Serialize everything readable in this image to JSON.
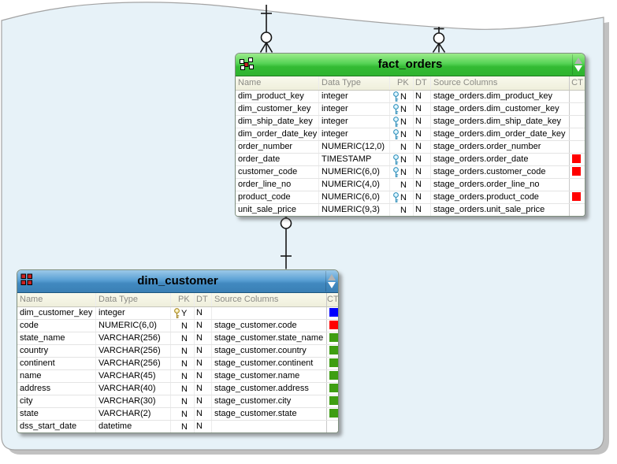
{
  "column_headers": [
    "Name",
    "Data Type",
    "PK",
    "DT",
    "Source Columns",
    "CT"
  ],
  "tables": {
    "fact": {
      "title": "fact_orders",
      "rows": [
        {
          "name": "dim_product_key",
          "type": "integer",
          "key": "blue",
          "pk": "N",
          "dt": "N",
          "source": "stage_orders.dim_product_key",
          "ct": ""
        },
        {
          "name": "dim_customer_key",
          "type": "integer",
          "key": "blue",
          "pk": "N",
          "dt": "N",
          "source": "stage_orders.dim_customer_key",
          "ct": ""
        },
        {
          "name": "dim_ship_date_key",
          "type": "integer",
          "key": "blue",
          "pk": "N",
          "dt": "N",
          "source": "stage_orders.dim_ship_date_key",
          "ct": ""
        },
        {
          "name": "dim_order_date_key",
          "type": "integer",
          "key": "blue",
          "pk": "N",
          "dt": "N",
          "source": "stage_orders.dim_order_date_key",
          "ct": ""
        },
        {
          "name": "order_number",
          "type": "NUMERIC(12,0)",
          "key": "",
          "pk": "N",
          "dt": "N",
          "source": "stage_orders.order_number",
          "ct": ""
        },
        {
          "name": "order_date",
          "type": "TIMESTAMP",
          "key": "blue",
          "pk": "N",
          "dt": "N",
          "source": "stage_orders.order_date",
          "ct": "red"
        },
        {
          "name": "customer_code",
          "type": "NUMERIC(6,0)",
          "key": "blue",
          "pk": "N",
          "dt": "N",
          "source": "stage_orders.customer_code",
          "ct": "red"
        },
        {
          "name": "order_line_no",
          "type": "NUMERIC(4,0)",
          "key": "",
          "pk": "N",
          "dt": "N",
          "source": "stage_orders.order_line_no",
          "ct": ""
        },
        {
          "name": "product_code",
          "type": "NUMERIC(6,0)",
          "key": "blue",
          "pk": "N",
          "dt": "N",
          "source": "stage_orders.product_code",
          "ct": "red"
        },
        {
          "name": "unit_sale_price",
          "type": "NUMERIC(9,3)",
          "key": "",
          "pk": "N",
          "dt": "N",
          "source": "stage_orders.unit_sale_price",
          "ct": ""
        }
      ]
    },
    "dim": {
      "title": "dim_customer",
      "rows": [
        {
          "name": "dim_customer_key",
          "type": "integer",
          "key": "yellow",
          "pk": "Y",
          "dt": "N",
          "source": "",
          "ct": "blue"
        },
        {
          "name": "code",
          "type": "NUMERIC(6,0)",
          "key": "",
          "pk": "N",
          "dt": "N",
          "source": "stage_customer.code",
          "ct": "red"
        },
        {
          "name": "state_name",
          "type": "VARCHAR(256)",
          "key": "",
          "pk": "N",
          "dt": "N",
          "source": "stage_customer.state_name",
          "ct": "green"
        },
        {
          "name": "country",
          "type": "VARCHAR(256)",
          "key": "",
          "pk": "N",
          "dt": "N",
          "source": "stage_customer.country",
          "ct": "green"
        },
        {
          "name": "continent",
          "type": "VARCHAR(256)",
          "key": "",
          "pk": "N",
          "dt": "N",
          "source": "stage_customer.continent",
          "ct": "green"
        },
        {
          "name": "name",
          "type": "VARCHAR(45)",
          "key": "",
          "pk": "N",
          "dt": "N",
          "source": "stage_customer.name",
          "ct": "green"
        },
        {
          "name": "address",
          "type": "VARCHAR(40)",
          "key": "",
          "pk": "N",
          "dt": "N",
          "source": "stage_customer.address",
          "ct": "green"
        },
        {
          "name": "city",
          "type": "VARCHAR(30)",
          "key": "",
          "pk": "N",
          "dt": "N",
          "source": "stage_customer.city",
          "ct": "green"
        },
        {
          "name": "state",
          "type": "VARCHAR(2)",
          "key": "",
          "pk": "N",
          "dt": "N",
          "source": "stage_customer.state",
          "ct": "green"
        },
        {
          "name": "dss_start_date",
          "type": "datetime",
          "key": "",
          "pk": "N",
          "dt": "N",
          "source": "",
          "ct": ""
        }
      ]
    }
  },
  "colors": {
    "ct_red": "#ff0000",
    "ct_green": "#3e9e12",
    "ct_blue": "#0000ff",
    "fact_header": "#33bb33",
    "dim_header": "#4189c0",
    "canvas_fill": "#e7f2f8"
  }
}
